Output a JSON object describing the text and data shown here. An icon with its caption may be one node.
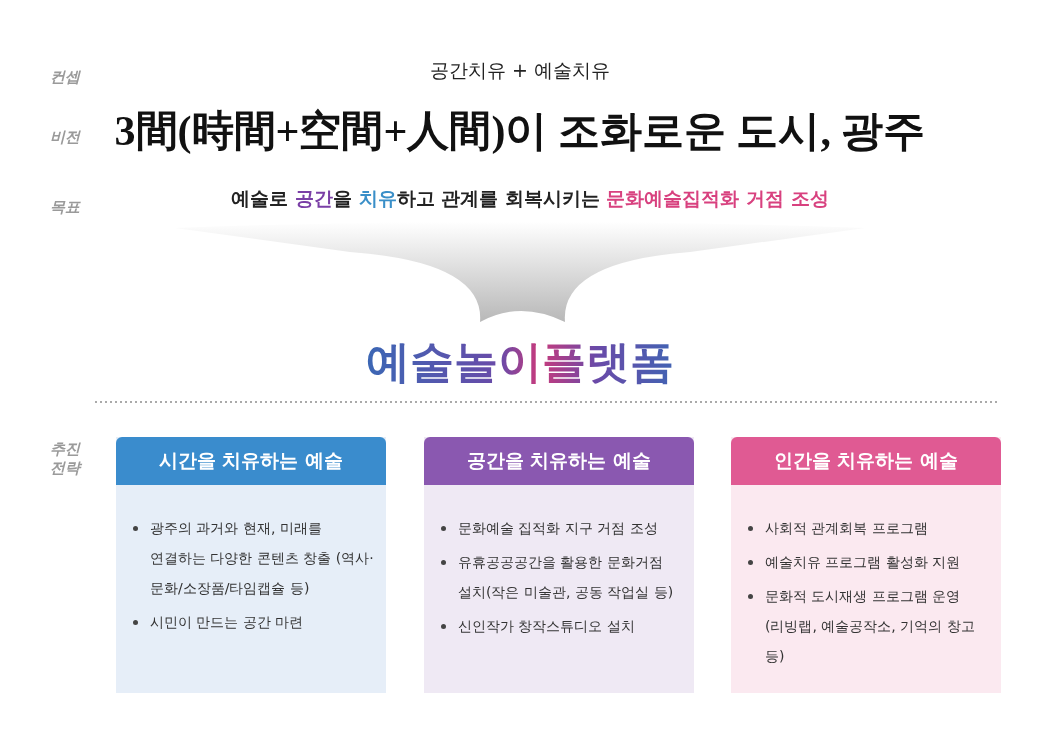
{
  "diagram": {
    "nodes": [
      {
        "text": [
          "시간을 치유하는 예술",
          "광주의 과거와 현재, 미래를 연결하는 다양한 콘텐츠 창출 (역사·문화/소장품/타임캡슐 등)",
          "시민이 만드는 공간 마련"
        ]
      },
      {
        "text": [
          "공간을 치유하는 예술",
          "문화예술 집적화 지구 거점 조성",
          "유휴공공공간을 활용한 문화거점 설치(작은 미술관, 공동 작업실 등)",
          "신인작가 창작스튜디오 설치"
        ]
      },
      {
        "text": [
          "인간을 치유하는 예술",
          "사회적 관계회복 프로그램",
          "예술치유 프로그램 활성화 지원",
          "문화적 도시재생 프로그램 운영 (리빙랩, 예술공작소, 기억의 창고 등)"
        ]
      }
    ],
    "labels": [
      "컨셉",
      "공간치유 + 예술치유",
      "비전",
      "3間(時間+空間+人間)이 조화로운 도시, 광주",
      "목표",
      "예술로 공간을 치유하고 관계를 회복시키는 문화예술집적화 거점 조성",
      "예술놀이플랫폼",
      "추진 전략"
    ]
  }
}
